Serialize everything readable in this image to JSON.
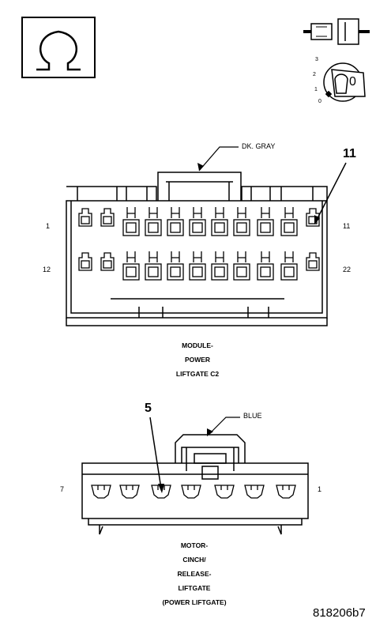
{
  "symbols": {
    "ohm_icon": "ohm-symbol",
    "key_icon": "ignition-key",
    "key_positions": [
      "3",
      "2",
      "1",
      "0"
    ],
    "key_value": "0"
  },
  "c2": {
    "wire_color_label": "DK. GRAY",
    "callout": "11",
    "pin_left_top": "1",
    "pin_right_top": "11",
    "pin_left_bottom": "12",
    "pin_right_bottom": "22",
    "caption": [
      "MODULE-",
      "POWER",
      "LIFTGATE C2"
    ]
  },
  "motor": {
    "wire_color_label": "BLUE",
    "callout": "5",
    "pin_left": "7",
    "pin_right": "1",
    "caption": [
      "MOTOR-",
      "CINCH/",
      "RELEASE-",
      "LIFTGATE",
      "(POWER LIFTGATE)"
    ]
  },
  "figure_id": "818206b7"
}
